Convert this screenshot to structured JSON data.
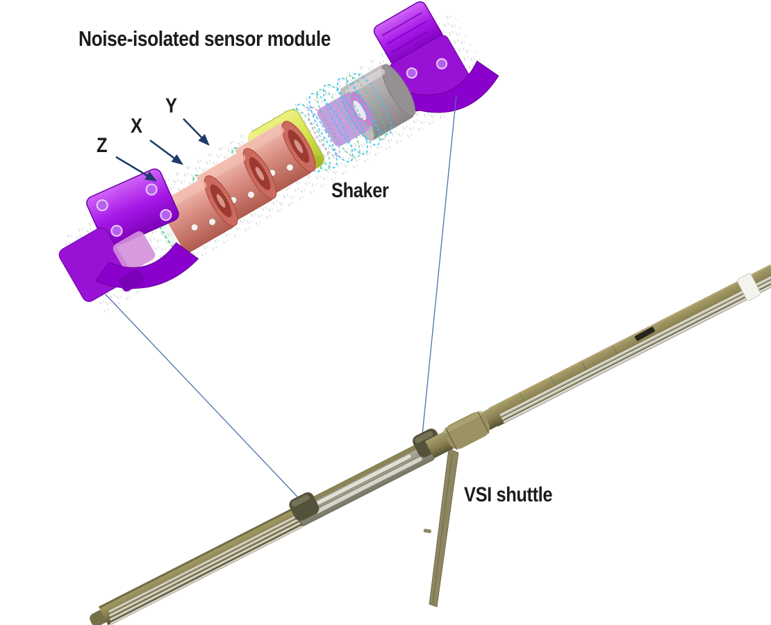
{
  "figure": {
    "title": "Noise-isolated sensor module",
    "callouts": {
      "z": "Z",
      "x": "X",
      "y": "Y",
      "shaker": "Shaker",
      "vsi_shuttle": "VSI shuttle"
    },
    "palette": {
      "background": "#ffffff",
      "text": "#1c1c1c",
      "callout_arrow": "#1e3a6b",
      "leader_line": "#4a6fae",
      "bracket_purple": "#a21ae8",
      "sensor_salmon": "#d98d82",
      "shaker_yellow": "#d3e04a",
      "wireframe_cyan": "#3fc3e8",
      "wireframe_green": "#58cf8e",
      "wireframe_lavender": "#bb8fdc",
      "housing_gray": "#a8a2a6",
      "tool_olive": "#877f4f",
      "tool_sleeve_gray": "#9d998c",
      "tool_silver": "#d5d2c8"
    }
  }
}
